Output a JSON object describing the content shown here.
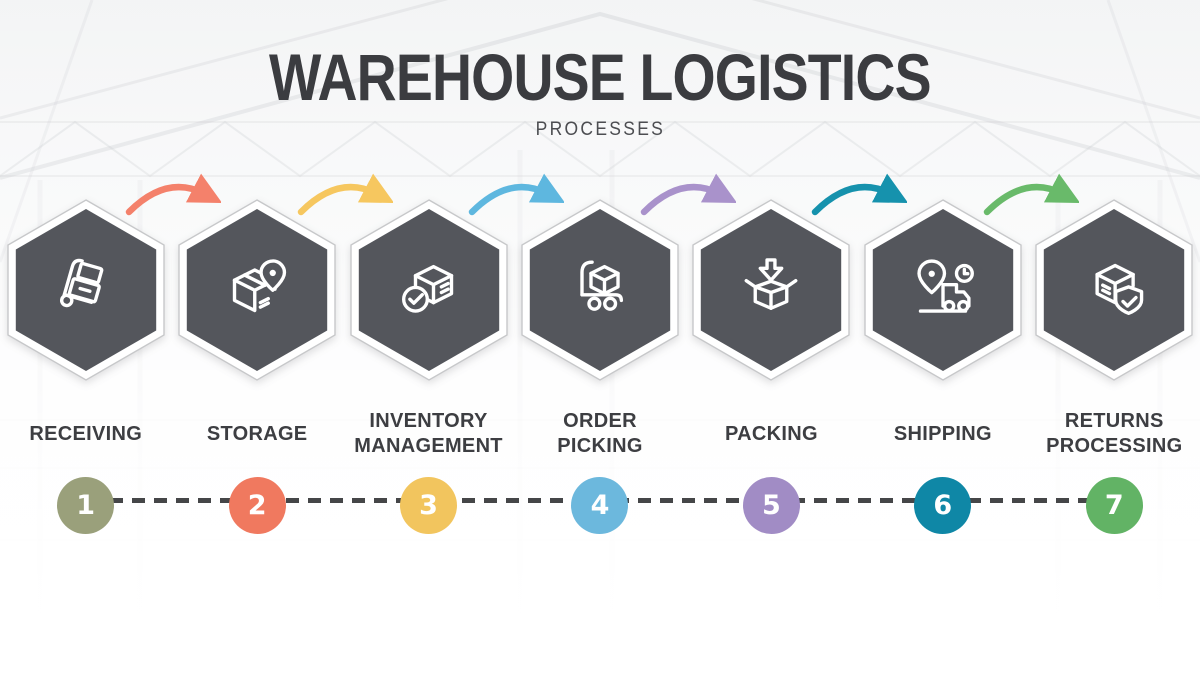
{
  "header": {
    "title": "WAREHOUSE LOGISTICS",
    "subtitle": "PROCESSES"
  },
  "steps": [
    {
      "number": "1",
      "label_lines": [
        "RECEIVING"
      ],
      "icon": "hand-truck-icon",
      "circle_color": "#9aa07b"
    },
    {
      "number": "2",
      "label_lines": [
        "STORAGE"
      ],
      "icon": "box-location-icon",
      "circle_color": "#f0795f"
    },
    {
      "number": "3",
      "label_lines": [
        "INVENTORY",
        "MANAGEMENT"
      ],
      "icon": "box-check-icon",
      "circle_color": "#f2c55e"
    },
    {
      "number": "4",
      "label_lines": [
        "ORDER",
        "PICKING"
      ],
      "icon": "trolley-box-icon",
      "circle_color": "#6cb8dd"
    },
    {
      "number": "5",
      "label_lines": [
        "PACKING"
      ],
      "icon": "open-box-arrow-icon",
      "circle_color": "#a18cc5"
    },
    {
      "number": "6",
      "label_lines": [
        "SHIPPING"
      ],
      "icon": "truck-pin-clock-icon",
      "circle_color": "#0f87a6"
    },
    {
      "number": "7",
      "label_lines": [
        "RETURNS",
        "PROCESSING"
      ],
      "icon": "box-shield-icon",
      "circle_color": "#62b365"
    }
  ],
  "arrows": [
    {
      "color": "#f4816b"
    },
    {
      "color": "#f6c75f"
    },
    {
      "color": "#5eb7df"
    },
    {
      "color": "#a992cb"
    },
    {
      "color": "#1692ad"
    },
    {
      "color": "#69ba6a"
    }
  ],
  "colors": {
    "hexagon_fill": "#54565c",
    "hexagon_outline": "#c7c8ca",
    "timeline_dash": "#454648",
    "title_text": "#3b3c40",
    "label_text": "#3d3e42"
  }
}
